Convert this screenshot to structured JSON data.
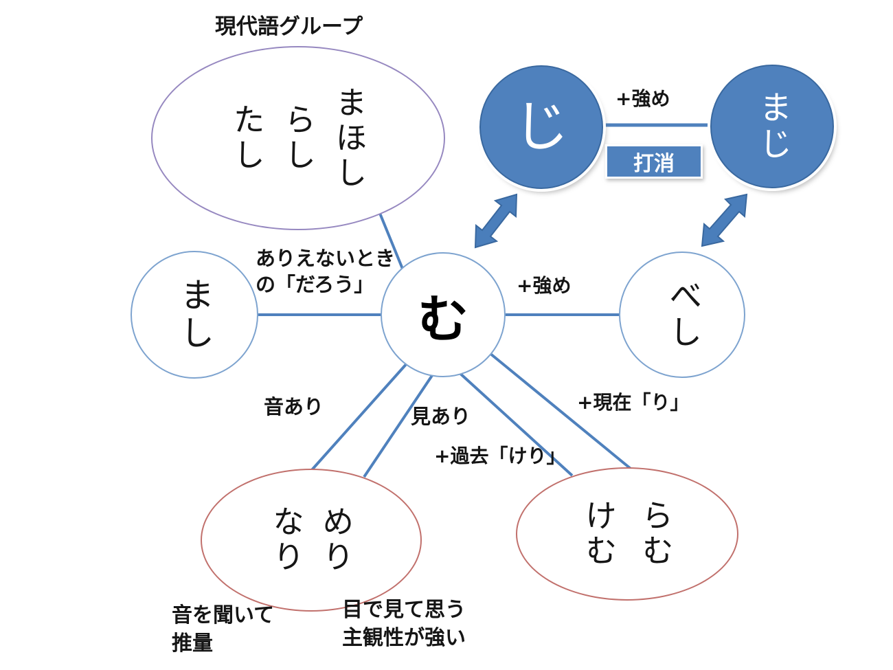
{
  "diagram": {
    "group_label": "現代語グループ",
    "nodes": {
      "modern_group_items": [
        "たし",
        "らし",
        "まほし"
      ],
      "ji": "じ",
      "maji": "まじ",
      "mashi": "まし",
      "mu": "む",
      "beshi": "べし",
      "nari_meri_items": [
        "なり",
        "めり"
      ],
      "kemu_ramu_items": [
        "けむ",
        "らむ"
      ]
    },
    "edge_labels": {
      "ji_maji": "+強め",
      "ji_maji_badge": "打消",
      "mashi_mu": [
        "ありえないとき",
        "の「だろう」"
      ],
      "mu_beshi": "+強め",
      "mu_nari": "音あり",
      "mu_meri": "見あり",
      "mu_kemu": "+過去「けり」",
      "mu_ramu": "+現在「り」"
    },
    "notes": {
      "nari_meri": [
        "音を聞いて",
        "推量"
      ],
      "kemu_ramu": [
        "目で見て思う",
        "主観性が強い"
      ]
    },
    "colors": {
      "connector_blue": "#4f81bd",
      "filled_node_blue": "#4f81bd",
      "outline_circle_blue": "#7da3cf",
      "modern_group_purple": "#9688c0",
      "sense_group_red": "#c1706c",
      "text_black": "#151515",
      "node_text_white": "#ffffff"
    }
  }
}
